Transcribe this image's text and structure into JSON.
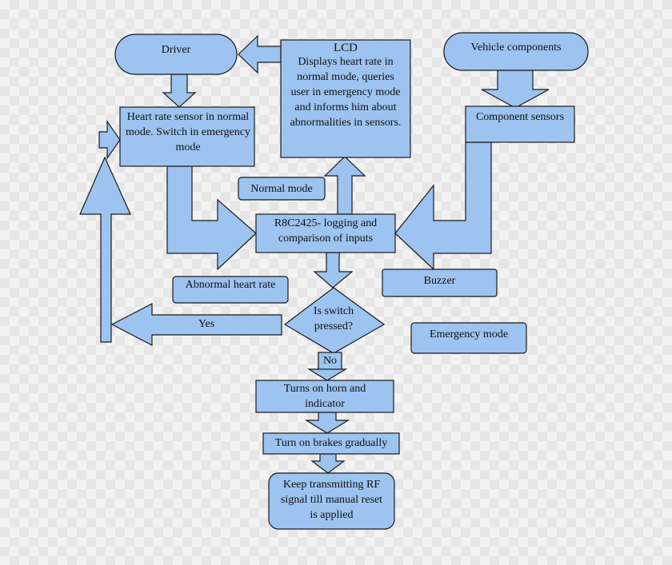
{
  "nodes": {
    "driver": "Driver",
    "lcd_title": "LCD",
    "lcd_text": "Displays heart rate in normal mode, queries user in emergency mode and informs him about abnormalities in sensors.",
    "vehicle_components": "Vehicle components",
    "heart_rate_sensor": "Heart rate sensor in normal mode. Switch in emergency mode",
    "component_sensors": "Component sensors",
    "normal_mode": "Normal mode",
    "r8c": "R8C2425- logging and comparison of inputs",
    "buzzer": "Buzzer",
    "abnormal_heart_rate": "Abnormal heart rate",
    "switch_decision": "Is switch pressed?",
    "yes": "Yes",
    "no": "No",
    "emergency_mode": "Emergency mode",
    "horn": "Turns on horn and indicator",
    "brakes": "Turn on brakes gradually",
    "rf_signal": "Keep transmitting RF signal till manual reset is applied"
  },
  "colors": {
    "shape_fill": "#9dc3f0",
    "stroke": "#1a1a1a",
    "background": "#f2f2f2"
  }
}
